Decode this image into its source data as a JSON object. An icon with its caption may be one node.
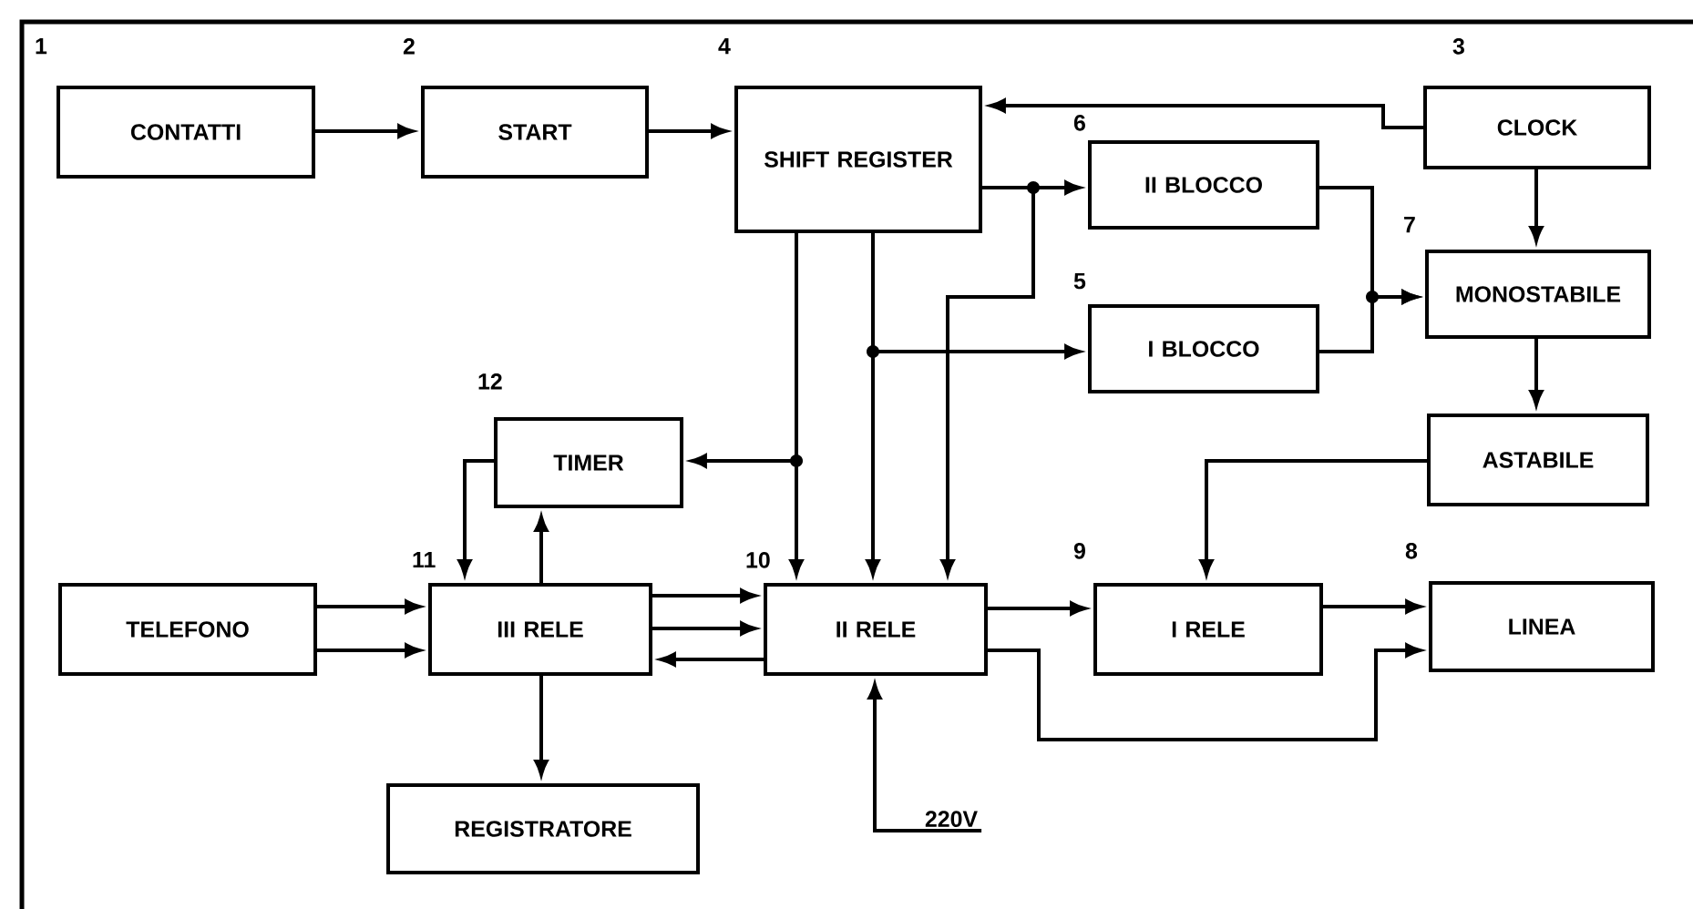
{
  "diagram": {
    "nodes": [
      {
        "text": [
          "CONTATTI"
        ],
        "beside": [
          "1"
        ]
      },
      {
        "text": [
          "START"
        ],
        "beside": [
          "2"
        ]
      },
      {
        "text": [
          "SHIFT REGISTER"
        ],
        "beside": [
          "4"
        ]
      },
      {
        "text": [
          "CLOCK"
        ],
        "beside": [
          "3"
        ]
      },
      {
        "text": [
          "II BLOCCO"
        ],
        "beside": [
          "6"
        ]
      },
      {
        "text": [
          "MONOSTABILE"
        ],
        "beside": [
          "7"
        ]
      },
      {
        "text": [
          "I BLOCCO"
        ],
        "beside": [
          "5"
        ]
      },
      {
        "text": [
          "TIMER"
        ],
        "beside": [
          "12"
        ]
      },
      {
        "text": [
          "ASTABILE"
        ]
      },
      {
        "text": [
          "TELEFONO"
        ]
      },
      {
        "text": [
          "III RELE"
        ],
        "beside": [
          "11"
        ]
      },
      {
        "text": [
          "II RELE"
        ],
        "beside": [
          "10"
        ]
      },
      {
        "text": [
          "I RELE"
        ],
        "beside": [
          "9"
        ]
      },
      {
        "text": [
          "LINEA"
        ],
        "beside": [
          "8"
        ]
      },
      {
        "text": [
          "REGISTRATORE"
        ]
      },
      {
        "text": [
          "220V"
        ]
      }
    ],
    "edges": [
      {
        "from": 0,
        "to": 1,
        "arrow": "to"
      },
      {
        "from": 1,
        "to": 2,
        "arrow": "to"
      },
      {
        "from": 3,
        "to": 2,
        "arrow": "to"
      },
      {
        "from": 3,
        "to": 5,
        "arrow": "to"
      },
      {
        "from": 2,
        "to": 4,
        "arrow": "to"
      },
      {
        "from": 2,
        "to": 11,
        "arrow": "to"
      },
      {
        "from": 2,
        "to": 6,
        "arrow": "to"
      },
      {
        "from": 2,
        "to": 11,
        "arrow": "to"
      },
      {
        "from": 2,
        "to": 7,
        "arrow": "to"
      },
      {
        "from": 2,
        "to": 11,
        "arrow": "to"
      },
      {
        "from": 4,
        "to": 5,
        "arrow": "to"
      },
      {
        "from": 6,
        "to": 5,
        "arrow": "to"
      },
      {
        "from": 5,
        "to": 8,
        "arrow": "to"
      },
      {
        "from": 8,
        "to": 12,
        "arrow": "to"
      },
      {
        "from": 7,
        "to": 10,
        "arrow": "to"
      },
      {
        "from": 10,
        "to": 7,
        "arrow": "to"
      },
      {
        "from": 9,
        "to": 10,
        "arrow": "to"
      },
      {
        "from": 9,
        "to": 10,
        "arrow": "to"
      },
      {
        "from": 10,
        "to": 11,
        "arrow": "to"
      },
      {
        "from": 10,
        "to": 11,
        "arrow": "to"
      },
      {
        "from": 11,
        "to": 10,
        "arrow": "to"
      },
      {
        "from": 10,
        "to": 14,
        "arrow": "to"
      },
      {
        "from": 11,
        "to": 12,
        "arrow": "to"
      },
      {
        "from": 12,
        "to": 13,
        "arrow": "to"
      },
      {
        "from": 11,
        "to": 13,
        "arrow": "to"
      },
      {
        "from": 15,
        "to": 11,
        "arrow": "to"
      }
    ]
  }
}
